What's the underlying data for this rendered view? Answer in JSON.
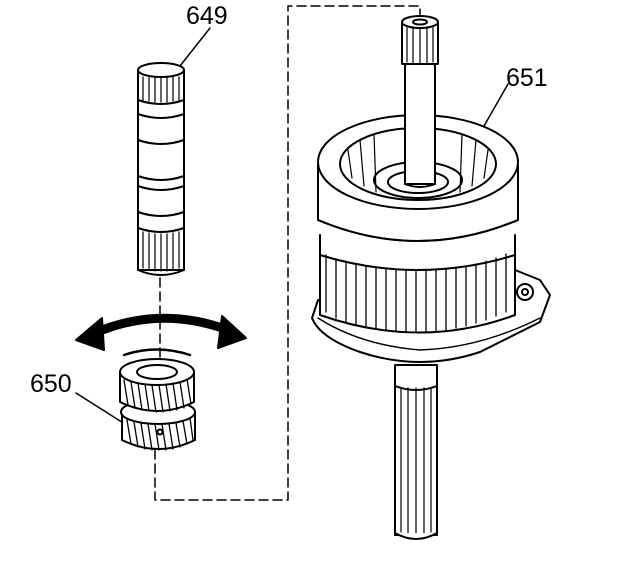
{
  "callouts": {
    "shaft": "649",
    "gear": "650",
    "assembly": "651"
  },
  "colors": {
    "ink": "#000000",
    "paper": "#ffffff"
  }
}
